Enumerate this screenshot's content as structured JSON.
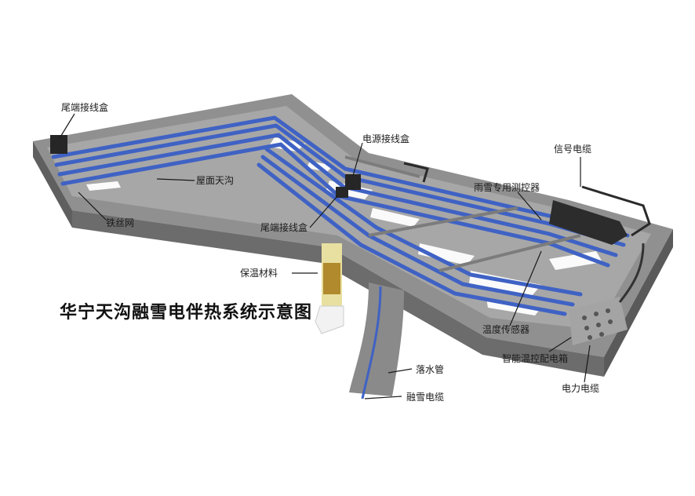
{
  "title": "华宁天沟融雪电伴热系统示意图",
  "labels": {
    "tail_box_top": "尾端接线盒",
    "roof_gutter": "屋面天沟",
    "wire_mesh": "铁丝网",
    "power_box": "电源接线盒",
    "signal_cable": "信号电缆",
    "rain_snow_sensor": "雨雪专用测控器",
    "tail_box_mid": "尾端接线盒",
    "insulation": "保温材料",
    "temp_sensor": "温度传感器",
    "smart_box": "智能温控配电箱",
    "power_cable": "电力电缆",
    "downpipe": "落水管",
    "melt_cable": "融雪电缆"
  },
  "colors": {
    "gutter_top": "#8f8f8f",
    "gutter_side": "#6f6f6f",
    "gutter_floor": "#a9a9a9",
    "cable": "#3f62c4",
    "snow": "#ffffff",
    "box": "#2a2a2a"
  }
}
